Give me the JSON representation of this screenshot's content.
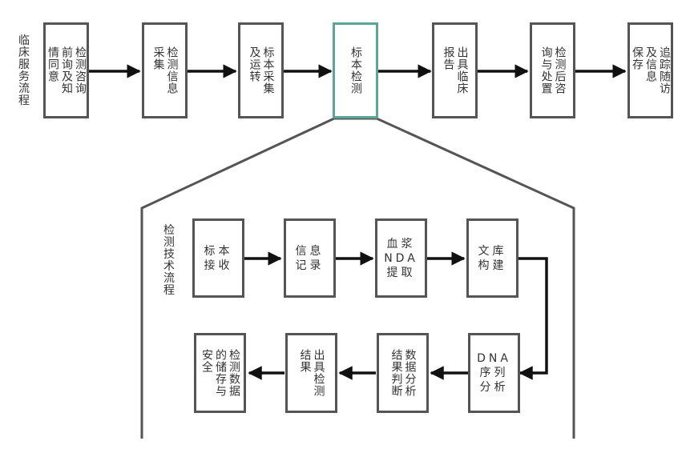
{
  "clinical": {
    "label": "临床服务流程",
    "nodes": [
      {
        "id": "n1",
        "text": "检测咨询\n前询及知\n情同意",
        "highlight": false
      },
      {
        "id": "n2",
        "text": "检测信息\n采集",
        "highlight": false
      },
      {
        "id": "n3",
        "text": "标本采集\n及运转",
        "highlight": false
      },
      {
        "id": "n4",
        "text": "标本检测",
        "highlight": true
      },
      {
        "id": "n5",
        "text": "出具临床\n报告",
        "highlight": false
      },
      {
        "id": "n6",
        "text": "检测后咨\n询与处置",
        "highlight": false
      },
      {
        "id": "n7",
        "text": "追踪随访\n及信息\n保存",
        "highlight": false
      }
    ]
  },
  "technical": {
    "label": "检测技术流程",
    "nodes": [
      {
        "id": "t1",
        "text": "标本\n接收",
        "mode": "hz"
      },
      {
        "id": "t2",
        "text": "信息\n记录",
        "mode": "hz"
      },
      {
        "id": "t3",
        "text": "血浆\nNDA\n提取",
        "mode": "hz"
      },
      {
        "id": "t4",
        "text": "文库\n构建",
        "mode": "hz"
      },
      {
        "id": "t5",
        "text": "DNA\n序列\n分析",
        "mode": "hz"
      },
      {
        "id": "t6",
        "text": "数据分析\n结果判断",
        "mode": "vt"
      },
      {
        "id": "t7",
        "text": "出具检测\n结果",
        "mode": "vt"
      },
      {
        "id": "t8",
        "text": "检测数据\n的储存与\n安全",
        "mode": "vt"
      }
    ]
  },
  "colors": {
    "border": "#555555",
    "highlight": "#5aa596",
    "arrow": "#111111",
    "frame": "#555555"
  }
}
